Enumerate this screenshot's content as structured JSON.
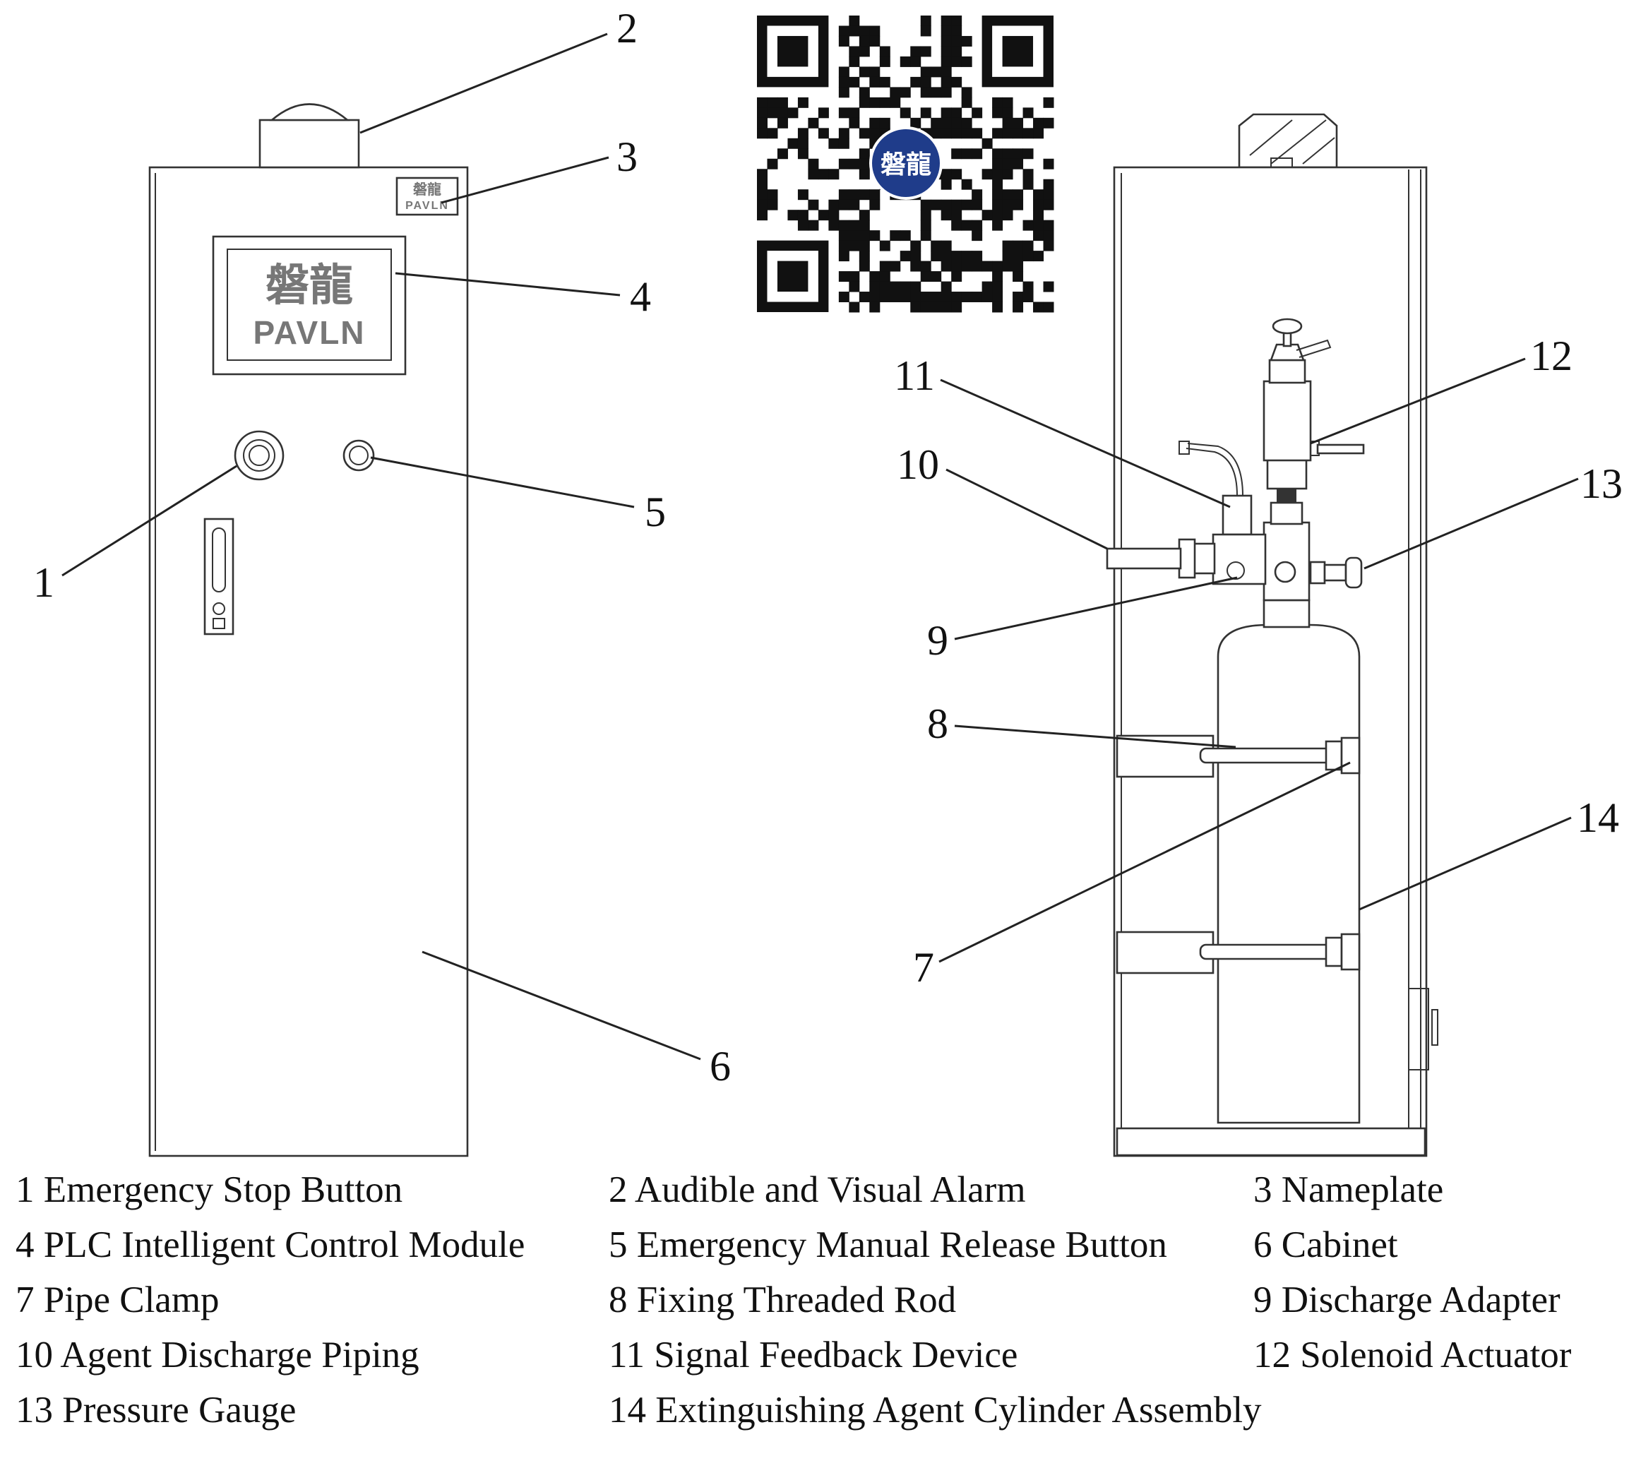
{
  "brand": {
    "name_zh": "磐龍",
    "name_en": "PAVLN"
  },
  "callouts": {
    "c1": "1",
    "c2": "2",
    "c3": "3",
    "c4": "4",
    "c5": "5",
    "c6": "6",
    "c7": "7",
    "c8": "8",
    "c9": "9",
    "c10": "10",
    "c11": "11",
    "c12": "12",
    "c13": "13",
    "c14": "14"
  },
  "legend": [
    {
      "num": "1",
      "label": "Emergency Stop Button"
    },
    {
      "num": "2",
      "label": "Audible and Visual Alarm"
    },
    {
      "num": "3",
      "label": "Nameplate"
    },
    {
      "num": "4",
      "label": "PLC Intelligent Control Module"
    },
    {
      "num": "5",
      "label": "Emergency Manual Release Button"
    },
    {
      "num": "6",
      "label": "Cabinet"
    },
    {
      "num": "7",
      "label": "Pipe Clamp"
    },
    {
      "num": "8",
      "label": "Fixing Threaded Rod"
    },
    {
      "num": "9",
      "label": "Discharge Adapter"
    },
    {
      "num": "10",
      "label": "Agent Discharge Piping"
    },
    {
      "num": "11",
      "label": "Signal Feedback Device"
    },
    {
      "num": "12",
      "label": "Solenoid Actuator"
    },
    {
      "num": "13",
      "label": "Pressure Gauge"
    },
    {
      "num": "14",
      "label": "Extinguishing Agent Cylinder Assembly"
    }
  ]
}
